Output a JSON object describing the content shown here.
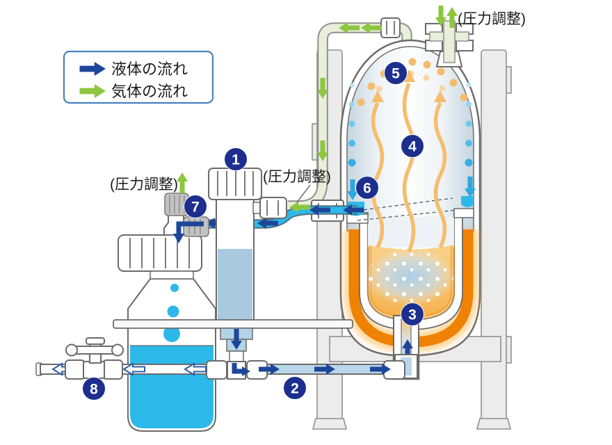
{
  "legend": {
    "items": [
      {
        "id": "liquid-flow",
        "label": "液体の流れ"
      },
      {
        "id": "gas-flow",
        "label": "気体の流れ"
      }
    ]
  },
  "labels": {
    "pressure_top": "(圧力調整)",
    "pressure_mid": "(圧力調整)",
    "pressure_left": "(圧力調整)"
  },
  "steps": [
    {
      "n": "1"
    },
    {
      "n": "2"
    },
    {
      "n": "3"
    },
    {
      "n": "4"
    },
    {
      "n": "5"
    },
    {
      "n": "6"
    },
    {
      "n": "7"
    },
    {
      "n": "8"
    }
  ],
  "colors": {
    "liquid_flow": "#1d4699",
    "gas_flow": "#8dc63f",
    "step_marker": "#1c2f8f",
    "condensate_cyan": "#2cb9e9",
    "pipe_light_blue": "#b9d7e8",
    "column_liquid": "#a9c9df",
    "heater_orange": "#ef8103",
    "vapor_amber": "#f6bd6e",
    "legend_border": "#4a7fc1",
    "frame_gray": "#ececec"
  }
}
